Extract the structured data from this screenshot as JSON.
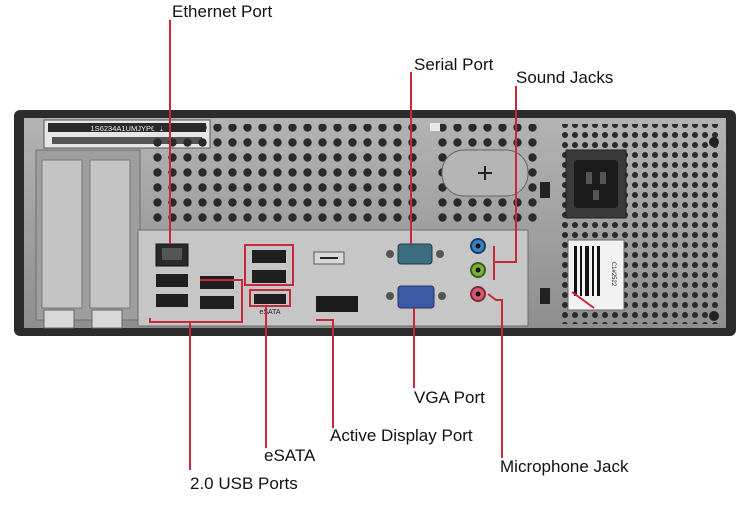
{
  "labels": {
    "ethernet": "Ethernet Port",
    "serial": "Serial Port",
    "sound": "Sound Jacks",
    "vga": "VGA Port",
    "active_display": "Active Display Port",
    "esata": "eSATA",
    "microphone": "Microphone Jack",
    "usb": "2.0 USB Ports"
  },
  "case_markings": {
    "serial_number": "1S6234A1UMJYP631",
    "esata_marking": "eSATA",
    "barcode_number": "C1#2522"
  },
  "colors": {
    "leader_line": "#c8283a",
    "case_body": "#9a9a9a",
    "case_frame": "#2c2c2c",
    "audio_blue": "#3b7fc4",
    "audio_green": "#7ab03c",
    "audio_pink": "#d55a6e",
    "serial_port": "#3b6d7e",
    "vga_port": "#3c59a6"
  }
}
